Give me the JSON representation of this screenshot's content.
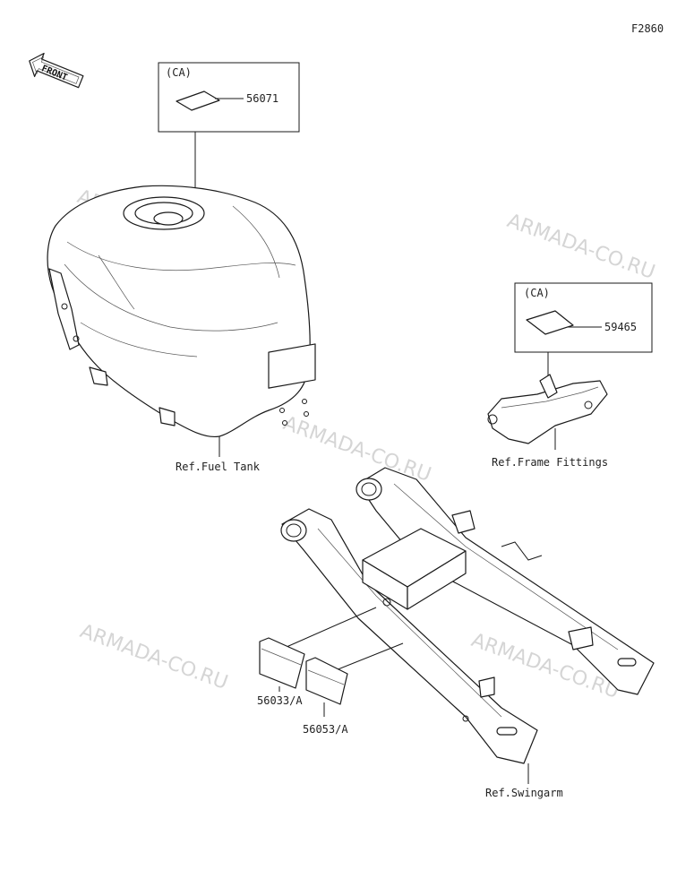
{
  "diagram": {
    "figure_code": "F2860",
    "front_arrow_label": "FRONT",
    "box_tank": {
      "tag": "(CA)",
      "part_number": "56071"
    },
    "box_frame": {
      "tag": "(CA)",
      "part_number": "59465"
    },
    "labels": {
      "ref_fuel_tank": "Ref.Fuel Tank",
      "ref_frame_fittings": "Ref.Frame Fittings",
      "ref_swingarm": "Ref.Swingarm",
      "part_56033": "56033/A",
      "part_56053": "56053/A"
    },
    "watermark": "ARMADA-CO.RU"
  }
}
